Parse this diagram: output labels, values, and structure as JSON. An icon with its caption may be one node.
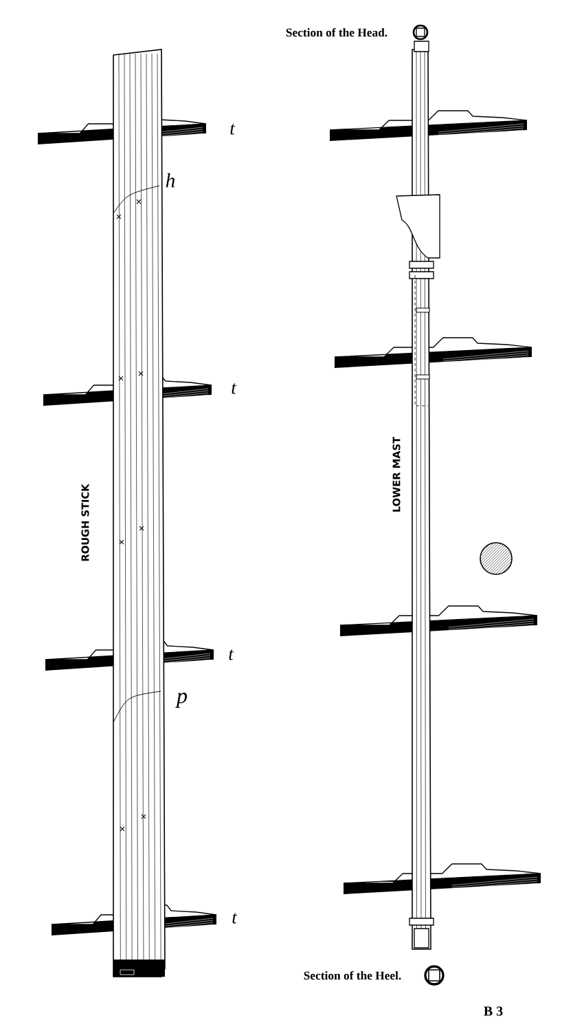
{
  "diagram": {
    "labels": [
      "Section of the Head.",
      "t",
      "h",
      "t",
      "ROUGH STICK",
      "LOWER MAST",
      "t",
      "p",
      "t",
      "Section of the Heel.",
      "B 3"
    ]
  }
}
